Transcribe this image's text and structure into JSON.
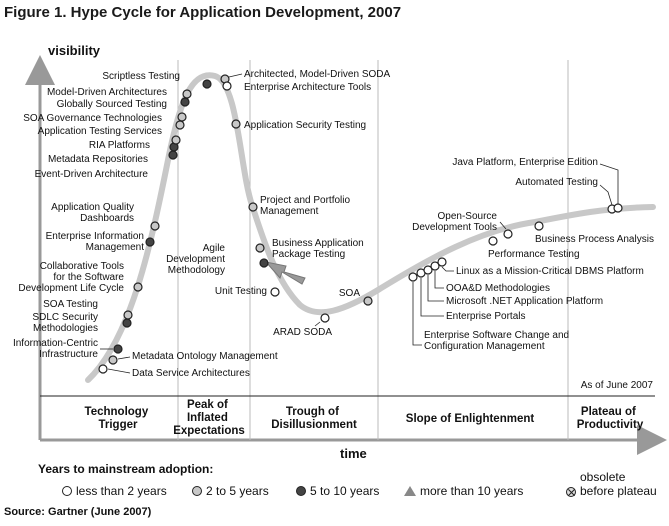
{
  "figure_title": "Figure 1. Hype Cycle for Application Development, 2007",
  "y_axis_label": "visibility",
  "x_axis_label": "time",
  "as_of": "As of June 2007",
  "phases": [
    {
      "lines": [
        "Technology",
        "Trigger"
      ]
    },
    {
      "lines": [
        "Peak of",
        "Inflated",
        "Expectations"
      ]
    },
    {
      "lines": [
        "Trough of",
        "Disillusionment"
      ]
    },
    {
      "lines": [
        "Slope of Enlightenment"
      ]
    },
    {
      "lines": [
        "Plateau of",
        "Productivity"
      ]
    }
  ],
  "technologies": [
    {
      "name": "Data Service Architectures",
      "lines": [
        "Data Service Architectures"
      ],
      "years": "less than 2 years"
    },
    {
      "name": "Metadata Ontology Management",
      "lines": [
        "Metadata Ontology Management"
      ],
      "years": "2 to 5 years"
    },
    {
      "name": "Information-Centric Infrastructure",
      "lines": [
        "Information-Centric",
        "Infrastructure"
      ],
      "years": "5 to 10 years"
    },
    {
      "name": "SDLC Security Methodologies",
      "lines": [
        "SDLC Security",
        "Methodologies"
      ],
      "years": "5 to 10 years"
    },
    {
      "name": "SOA Testing",
      "lines": [
        "SOA Testing"
      ],
      "years": "2 to 5 years"
    },
    {
      "name": "Collaborative Tools for the Software Development Life Cycle",
      "lines": [
        "Collaborative Tools",
        "for the Software",
        "Development Life Cycle"
      ],
      "years": "2 to 5 years"
    },
    {
      "name": "Enterprise Information Management",
      "lines": [
        "Enterprise Information",
        "Management"
      ],
      "years": "5 to 10 years"
    },
    {
      "name": "Application Quality Dashboards",
      "lines": [
        "Application Quality",
        "Dashboards"
      ],
      "years": "2 to 5 years"
    },
    {
      "name": "Event-Driven Architecture",
      "lines": [
        "Event-Driven Architecture"
      ],
      "years": "5 to 10 years"
    },
    {
      "name": "Metadata Repositories",
      "lines": [
        "Metadata Repositories"
      ],
      "years": "5 to 10 years"
    },
    {
      "name": "RIA Platforms",
      "lines": [
        "RIA Platforms"
      ],
      "years": "2 to 5 years"
    },
    {
      "name": "Application Testing Services",
      "lines": [
        "Application Testing Services"
      ],
      "years": "2 to 5 years"
    },
    {
      "name": "SOA Governance Technologies",
      "lines": [
        "SOA Governance Technologies"
      ],
      "years": "2 to 5 years"
    },
    {
      "name": "Globally Sourced Testing",
      "lines": [
        "Globally Sourced Testing"
      ],
      "years": "5 to 10 years"
    },
    {
      "name": "Model-Driven Architectures",
      "lines": [
        "Model-Driven Architectures"
      ],
      "years": "2 to 5 years"
    },
    {
      "name": "Scriptless Testing",
      "lines": [
        "Scriptless Testing"
      ],
      "years": "5 to 10 years"
    },
    {
      "name": "Architected, Model-Driven SODA",
      "lines": [
        "Architected, Model-Driven SODA"
      ],
      "years": "2 to 5 years"
    },
    {
      "name": "Enterprise Architecture Tools",
      "lines": [
        "Enterprise Architecture Tools"
      ],
      "years": "less than 2 years"
    },
    {
      "name": "Application Security Testing",
      "lines": [
        "Application Security Testing"
      ],
      "years": "2 to 5 years"
    },
    {
      "name": "Project and Portfolio Management",
      "lines": [
        "Project and Portfolio",
        "Management"
      ],
      "years": "2 to 5 years"
    },
    {
      "name": "Business Application Package Testing",
      "lines": [
        "Business Application",
        "Package Testing"
      ],
      "years": "2 to 5 years"
    },
    {
      "name": "Agile Development Methodology",
      "lines": [
        "Agile",
        "Development",
        "Methodology"
      ],
      "years": "5 to 10 years"
    },
    {
      "name": "Unit Testing",
      "lines": [
        "Unit Testing"
      ],
      "years": "less than 2 years"
    },
    {
      "name": "ARAD SODA",
      "lines": [
        "ARAD SODA"
      ],
      "years": "less than 2 years"
    },
    {
      "name": "SOA",
      "lines": [
        "SOA"
      ],
      "years": "2 to 5 years"
    },
    {
      "name": "Enterprise Software Change and Configuration Management",
      "lines": [
        "Enterprise Software Change and",
        "Configuration Management"
      ],
      "years": "less than 2 years"
    },
    {
      "name": "Enterprise Portals",
      "lines": [
        "Enterprise Portals"
      ],
      "years": "less than 2 years"
    },
    {
      "name": "Microsoft .NET Application Platform",
      "lines": [
        "Microsoft .NET Application Platform"
      ],
      "years": "less than 2 years"
    },
    {
      "name": "OOA&D Methodologies",
      "lines": [
        "OOA&D Methodologies"
      ],
      "years": "less than 2 years"
    },
    {
      "name": "Linux as a Mission-Critical DBMS Platform",
      "lines": [
        "Linux as a Mission-Critical DBMS Platform"
      ],
      "years": "less than 2 years"
    },
    {
      "name": "Performance Testing",
      "lines": [
        "Performance Testing"
      ],
      "years": "less than 2 years"
    },
    {
      "name": "Open-Source Development Tools",
      "lines": [
        "Open-Source",
        "Development Tools"
      ],
      "years": "less than 2 years"
    },
    {
      "name": "Business Process Analysis",
      "lines": [
        "Business Process Analysis"
      ],
      "years": "less than 2 years"
    },
    {
      "name": "Automated Testing",
      "lines": [
        "Automated Testing"
      ],
      "years": "less than 2 years"
    },
    {
      "name": "Java Platform, Enterprise Edition",
      "lines": [
        "Java Platform, Enterprise Edition"
      ],
      "years": "less than 2 years"
    }
  ],
  "legend": {
    "title": "Years to mainstream adoption:",
    "items": [
      {
        "label": "less than 2 years",
        "icon": "white-circle",
        "color": "#ffffff"
      },
      {
        "label": "2 to 5 years",
        "icon": "gray-circle",
        "color": "#c8c8c8"
      },
      {
        "label": "5 to 10 years",
        "icon": "dark-circle",
        "color": "#444444"
      },
      {
        "label": "more than 10 years",
        "icon": "gray-triangle",
        "color": "#888888"
      }
    ],
    "obsolete_lines": [
      "obsolete",
      "before plateau"
    ],
    "obsolete_icon": "crossed-circle"
  },
  "source": "Source: Gartner (June 2007)"
}
